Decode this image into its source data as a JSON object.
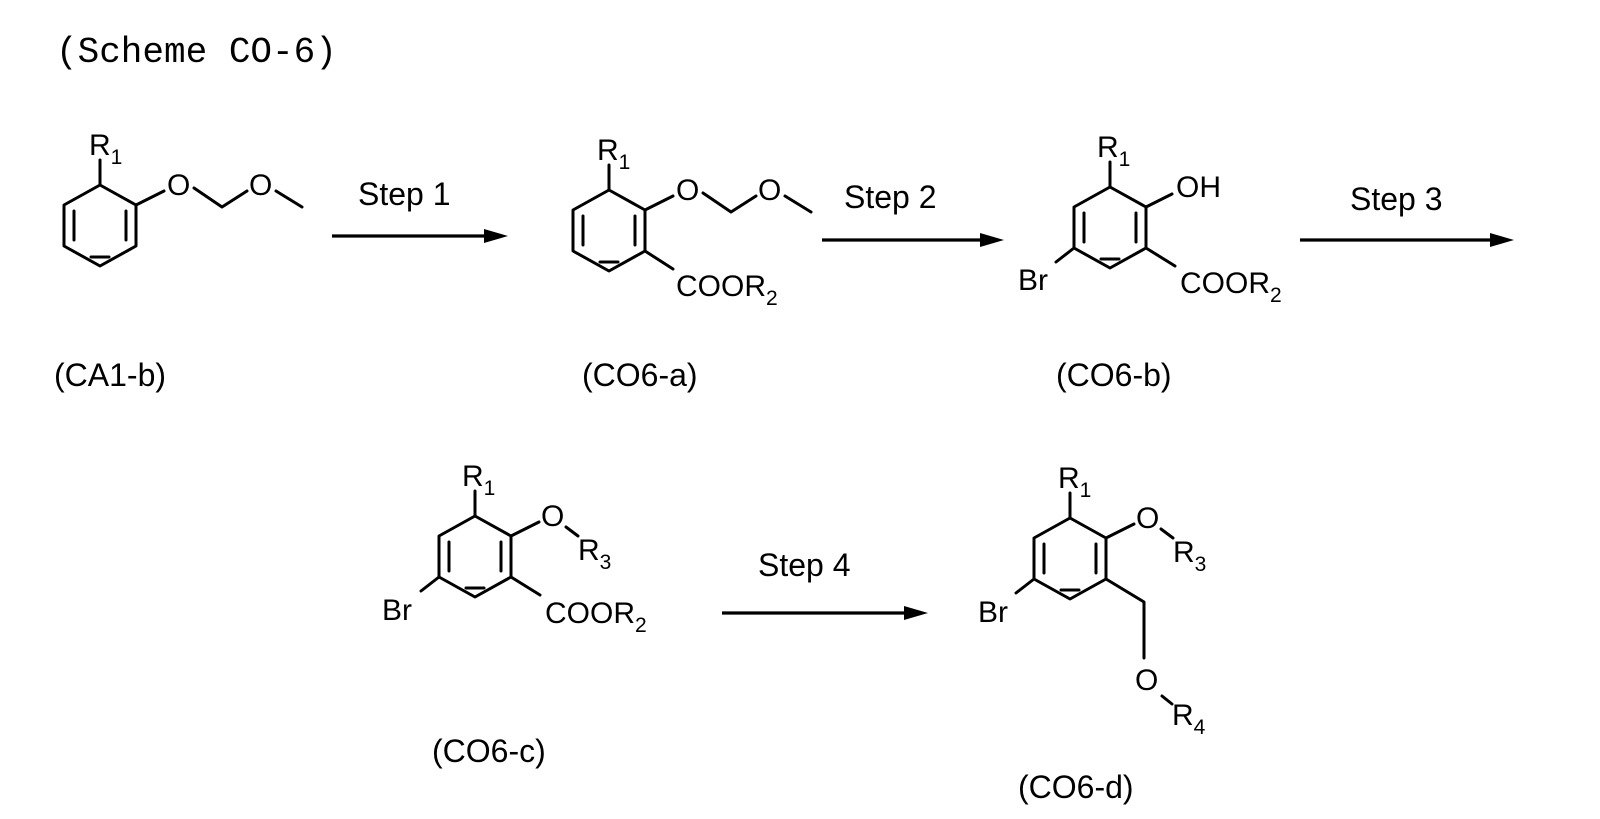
{
  "title": "(Scheme CO-6)",
  "steps": [
    "Step 1",
    "Step 2",
    "Step 3",
    "Step 4"
  ],
  "compounds": {
    "ca1b": {
      "label": "(CA1-b)",
      "r1": "R",
      "r1_sub": "1",
      "o1": "O",
      "o2": "O"
    },
    "co6a": {
      "label": "(CO6-a)",
      "r1": "R",
      "r1_sub": "1",
      "o1": "O",
      "o2": "O",
      "ester": "COOR",
      "ester_sub": "2"
    },
    "co6b": {
      "label": "(CO6-b)",
      "r1": "R",
      "r1_sub": "1",
      "oh": "OH",
      "br": "Br",
      "ester": "COOR",
      "ester_sub": "2"
    },
    "co6c": {
      "label": "(CO6-c)",
      "r1": "R",
      "r1_sub": "1",
      "ether_o": "O",
      "ether_r": "R",
      "ether_r_sub": "3",
      "br": "Br",
      "ester": "COOR",
      "ester_sub": "2"
    },
    "co6d": {
      "label": "(CO6-d)",
      "r1": "R",
      "r1_sub": "1",
      "ether_o": "O",
      "ether_r": "R",
      "ether_r_sub": "3",
      "br": "Br",
      "o4": "O",
      "r4": "R",
      "r4_sub": "4"
    }
  }
}
